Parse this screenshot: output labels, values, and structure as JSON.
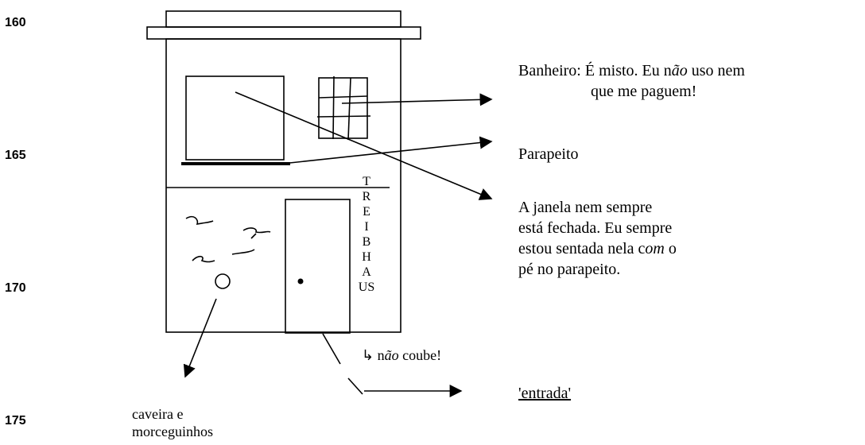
{
  "line_numbers": [
    "160",
    "165",
    "170",
    "175"
  ],
  "labels": {
    "banheiro_line1_a": "Banheiro: É misto. Eu n",
    "banheiro_line1_b": "ão",
    "banheiro_line1_c": " uso nem",
    "banheiro_line2": "que me paguem!",
    "parapeito": "Parapeito",
    "janela_line1": "A janela nem sempre",
    "janela_line2": "está fechada. Eu sempre",
    "janela_line3_a": "estou sentada nela c",
    "janela_line3_b": "om",
    "janela_line3_c": " o",
    "janela_line4": "pé no parapeito.",
    "nao_coube_arrow": "↳",
    "nao_coube_a": " n",
    "nao_coube_b": "ão",
    "nao_coube_c": " coube!",
    "entrada": "'entrada'",
    "caveira_line1": "caveira  e",
    "caveira_line2": "morceguinhos"
  },
  "vertical_sign": [
    "T",
    "R",
    "E",
    "I",
    "B",
    "H",
    "A",
    "US"
  ]
}
